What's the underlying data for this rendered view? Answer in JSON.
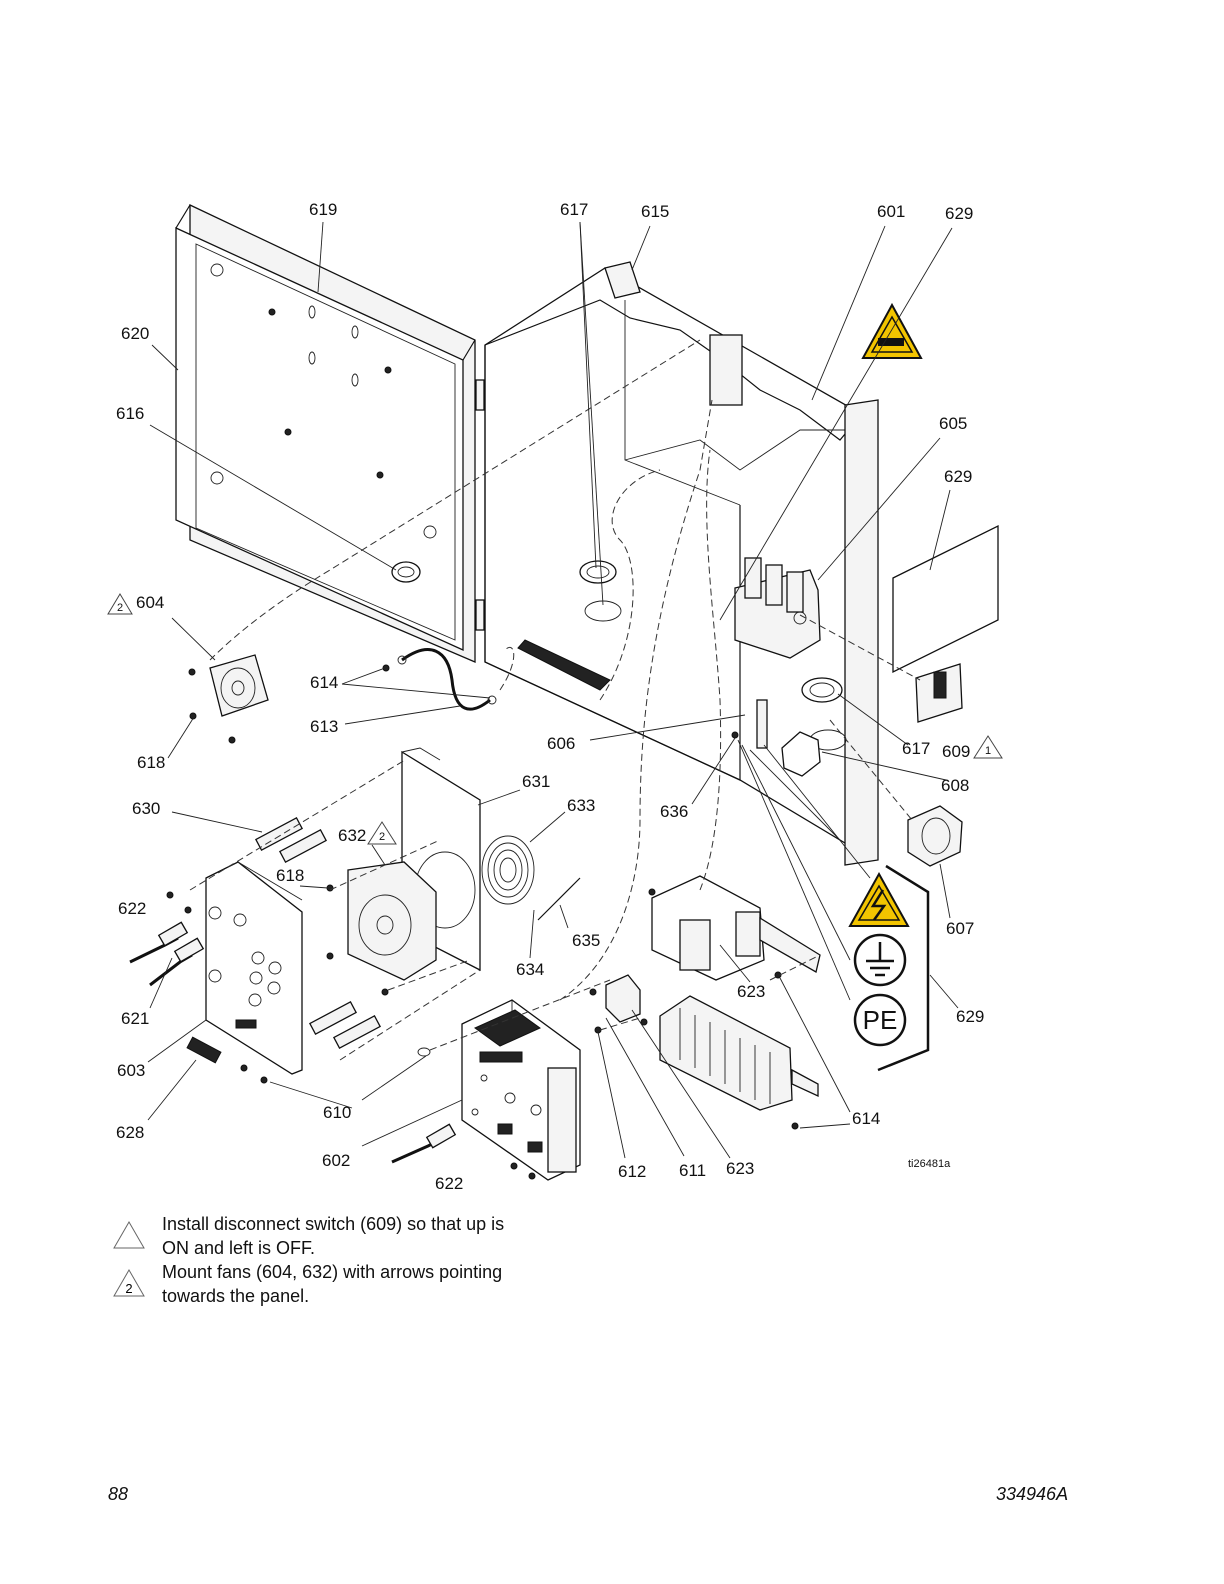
{
  "callouts": {
    "c619": "619",
    "c617a": "617",
    "c615": "615",
    "c601": "601",
    "c629a": "629",
    "c620": "620",
    "c616": "616",
    "c605": "605",
    "c629b": "629",
    "c604": "604",
    "c614a": "614",
    "c613": "613",
    "c606": "606",
    "c617b": "617",
    "c609": "609",
    "c608": "608",
    "c618a": "618",
    "c631": "631",
    "c630": "630",
    "c633": "633",
    "c636": "636",
    "c632": "632",
    "c618b": "618",
    "c622a": "622",
    "c635": "635",
    "c634": "634",
    "c607": "607",
    "c623a": "623",
    "c621": "621",
    "c629c": "629",
    "c603": "603",
    "c610": "610",
    "c614b": "614",
    "c628": "628",
    "c602": "602",
    "c612": "612",
    "c611": "611",
    "c623b": "623",
    "c622b": "622"
  },
  "markers": {
    "m1": "1",
    "m2": "2"
  },
  "symbols": {
    "pe": "PE"
  },
  "figure_ref": "ti26481a",
  "notes": [
    {
      "marker": "",
      "text_line1": "Install disconnect switch (609) so that up is",
      "text_line2": "ON and left is OFF."
    },
    {
      "marker": "2",
      "text_line1": "Mount fans (604, 632) with arrows pointing",
      "text_line2": "towards the panel."
    }
  ],
  "footer": {
    "page_number": "88",
    "doc_number": "334946A"
  },
  "colors": {
    "warning_yellow": "#f2c400",
    "line": "#111111"
  }
}
